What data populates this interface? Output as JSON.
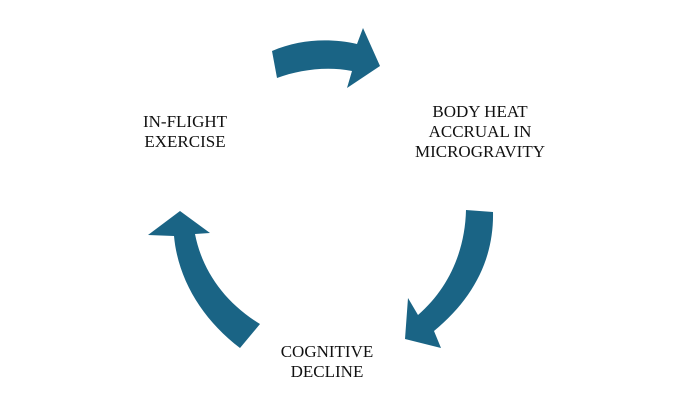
{
  "diagram": {
    "arrow_color": "#1a6485",
    "text_color": "#111111",
    "nodes": [
      {
        "id": "exercise",
        "lines": [
          "IN-FLIGHT",
          "EXERCISE"
        ]
      },
      {
        "id": "heat",
        "lines": [
          "BODY HEAT",
          "ACCRUAL IN",
          "MICROGRAVITY"
        ]
      },
      {
        "id": "cognitive",
        "lines": [
          "COGNITIVE",
          "DECLINE"
        ]
      }
    ],
    "flow": [
      {
        "from": "exercise",
        "to": "heat"
      },
      {
        "from": "heat",
        "to": "cognitive"
      },
      {
        "from": "cognitive",
        "to": "exercise"
      }
    ]
  }
}
